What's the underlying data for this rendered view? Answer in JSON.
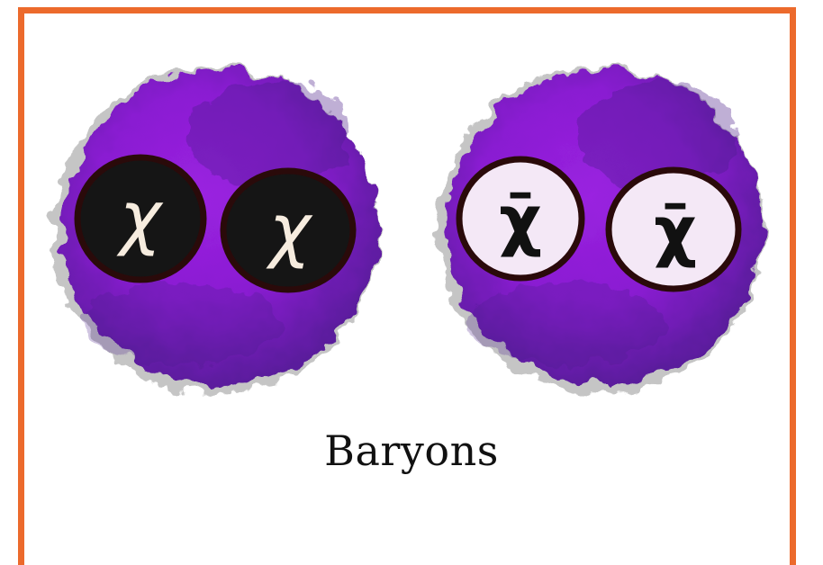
{
  "caption": "Baryons",
  "colors": {
    "border": "#ec6a2c",
    "blob_main": "#8e1ed6",
    "blob_dark": "#4a1a8a",
    "dark_disc": "#151515",
    "light_disc": "#f4e8f6",
    "outline": "#2a0a0a"
  },
  "particles": [
    {
      "label": "particle-pair",
      "quarks": [
        {
          "symbol": "χ",
          "style": "dark"
        },
        {
          "symbol": "χ",
          "style": "dark"
        }
      ]
    },
    {
      "label": "antiparticle-pair",
      "quarks": [
        {
          "symbol": "χ̄",
          "style": "light"
        },
        {
          "symbol": "χ̄",
          "style": "light"
        }
      ]
    }
  ]
}
